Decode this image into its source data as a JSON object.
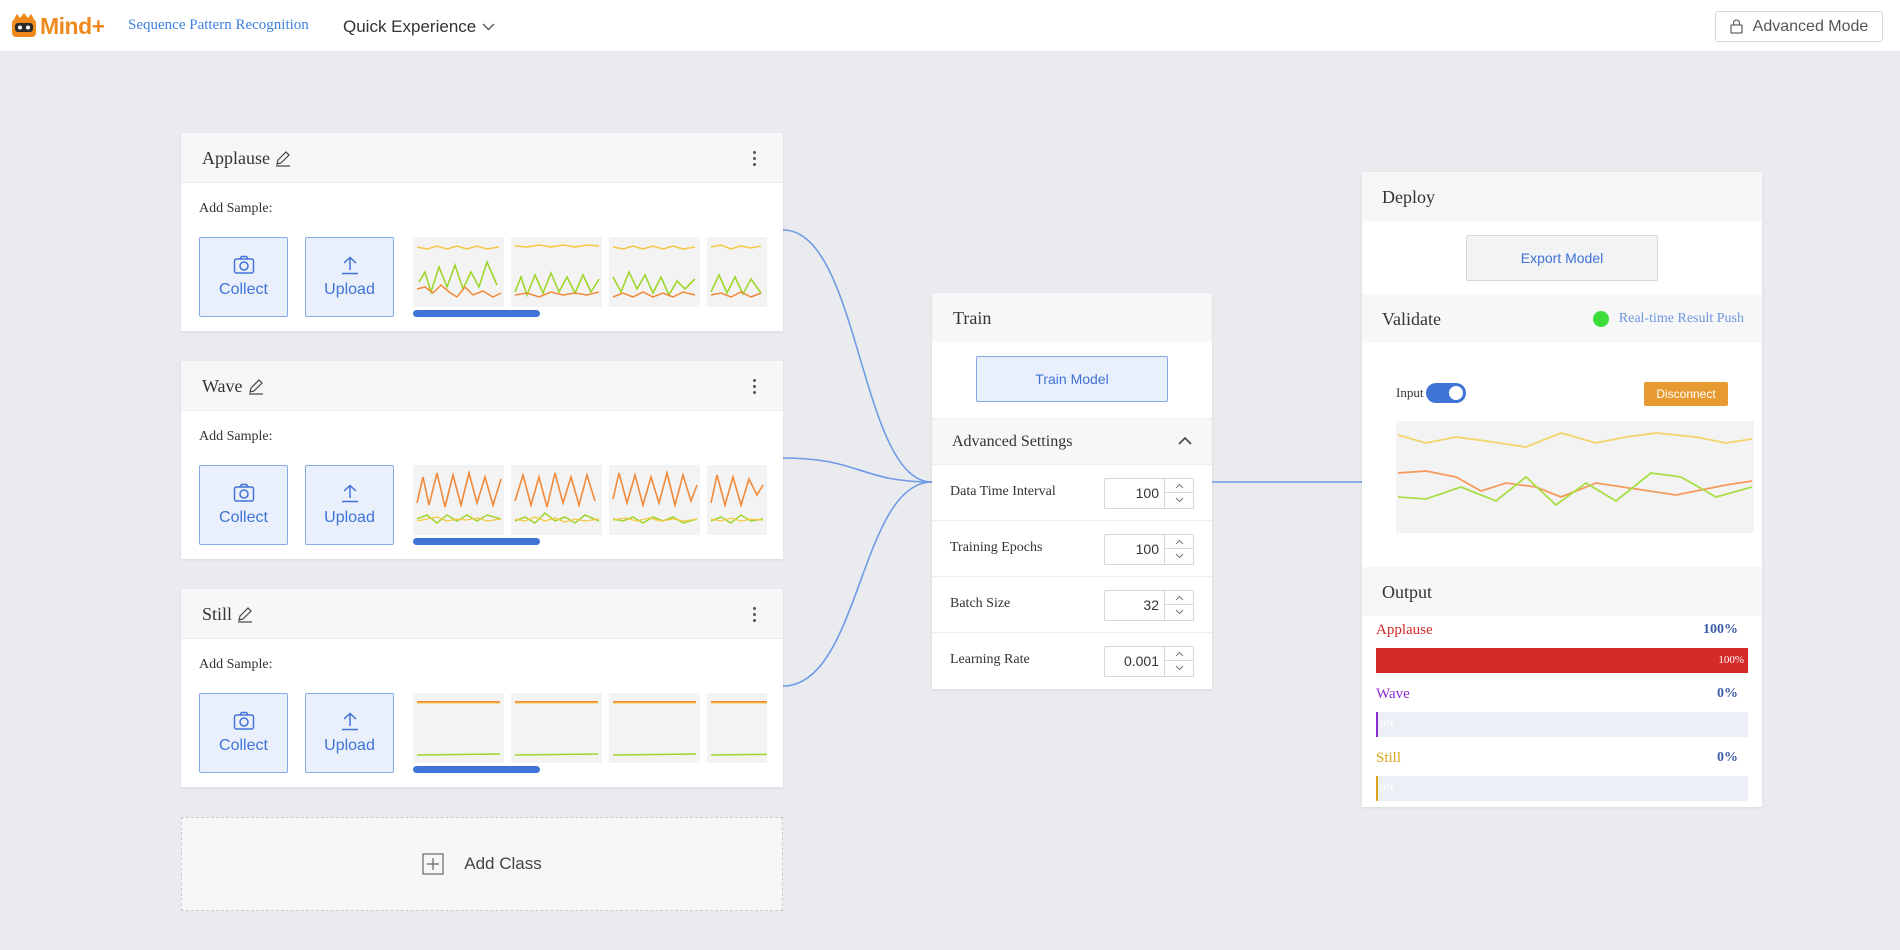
{
  "header": {
    "logo_text": "Mind+",
    "app_title": "Sequence Pattern Recognition",
    "mode": "Quick Experience",
    "advanced_mode": "Advanced Mode"
  },
  "classes": [
    {
      "name": "Applause",
      "add_sample": "Add Sample:",
      "collect": "Collect",
      "upload": "Upload"
    },
    {
      "name": "Wave",
      "add_sample": "Add Sample:",
      "collect": "Collect",
      "upload": "Upload"
    },
    {
      "name": "Still",
      "add_sample": "Add Sample:",
      "collect": "Collect",
      "upload": "Upload"
    }
  ],
  "add_class": "Add Class",
  "train": {
    "title": "Train",
    "train_button": "Train Model",
    "advanced_settings": "Advanced Settings",
    "params": [
      {
        "label": "Data Time Interval",
        "value": "100"
      },
      {
        "label": "Training Epochs",
        "value": "100"
      },
      {
        "label": "Batch Size",
        "value": "32"
      },
      {
        "label": "Learning Rate",
        "value": "0.001"
      }
    ]
  },
  "deploy": {
    "title": "Deploy",
    "export_button": "Export Model"
  },
  "validate": {
    "title": "Validate",
    "realtime_push": "Real-time Result Push",
    "input_label": "Input",
    "input_on": true,
    "disconnect": "Disconnect"
  },
  "output": {
    "title": "Output",
    "rows": [
      {
        "label": "Applause",
        "percent": "100%",
        "value": 100,
        "color": "#d42a2a"
      },
      {
        "label": "Wave",
        "percent": "0%",
        "value": 0,
        "color": "#8a2bd6"
      },
      {
        "label": "Still",
        "percent": "0%",
        "value": 0,
        "color": "#d9a51b"
      }
    ]
  },
  "colors": {
    "accent": "#3f73d6",
    "brand": "#f08a1f",
    "series_yellow": "#f5c842",
    "series_green": "#9ed62b",
    "series_orange": "#f08a3a"
  }
}
